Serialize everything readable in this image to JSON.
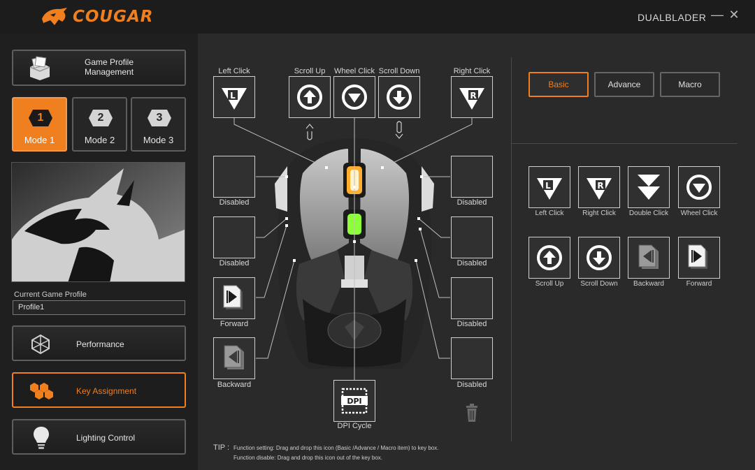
{
  "app": {
    "brand": "COUGAR",
    "product_name": "DUALBLADER",
    "minimize": "—",
    "close": "✕"
  },
  "sidebar": {
    "game_profile_management": "Game Profile\nManagement",
    "modes": [
      {
        "number": "1",
        "label": "Mode 1",
        "active": true
      },
      {
        "number": "2",
        "label": "Mode 2",
        "active": false
      },
      {
        "number": "3",
        "label": "Mode 3",
        "active": false
      }
    ],
    "current_game_profile_label": "Current Game Profile",
    "current_game_profile_value": "Profile1",
    "nav": [
      {
        "label": "Performance",
        "icon": "performance-hex-icon",
        "active": false
      },
      {
        "label": "Key Assignment",
        "icon": "key-assignment-icon",
        "active": true
      },
      {
        "label": "Lighting Control",
        "icon": "bulb-icon",
        "active": false
      }
    ]
  },
  "keys": {
    "left_click": "Left Click",
    "scroll_up": "Scroll Up",
    "wheel_click": "Wheel Click",
    "scroll_down": "Scroll Down",
    "right_click": "Right Click",
    "left_side": [
      "Disabled",
      "Disabled",
      "Forward",
      "Backward"
    ],
    "right_side": [
      "Disabled",
      "Disabled",
      "Disabled",
      "Disabled"
    ],
    "dpi_cycle": "DPI Cycle",
    "dpi_text": "DPI"
  },
  "tip": {
    "label": "TIP :",
    "line1": "Function setting: Drag and drop this icon (Basic /Advance / Macro item) to key box.",
    "line2": "Function disable: Drag and drop this icon out of the key box."
  },
  "function_tabs": [
    {
      "label": "Basic",
      "active": true
    },
    {
      "label": "Advance",
      "active": false
    },
    {
      "label": "Macro",
      "active": false
    }
  ],
  "functions": [
    {
      "label": "Left Click",
      "icon": "left-click-icon"
    },
    {
      "label": "Right Click",
      "icon": "right-click-icon"
    },
    {
      "label": "Double Click",
      "icon": "double-click-icon"
    },
    {
      "label": "Wheel Click",
      "icon": "wheel-click-icon"
    },
    {
      "label": "Scroll Up",
      "icon": "scroll-up-icon"
    },
    {
      "label": "Scroll Down",
      "icon": "scroll-down-icon"
    },
    {
      "label": "Backward",
      "icon": "backward-icon"
    },
    {
      "label": "Forward",
      "icon": "forward-icon"
    }
  ],
  "colors": {
    "accent": "#f07f1f",
    "led_orange": "#ffae2e",
    "led_green": "#8cff3a"
  }
}
